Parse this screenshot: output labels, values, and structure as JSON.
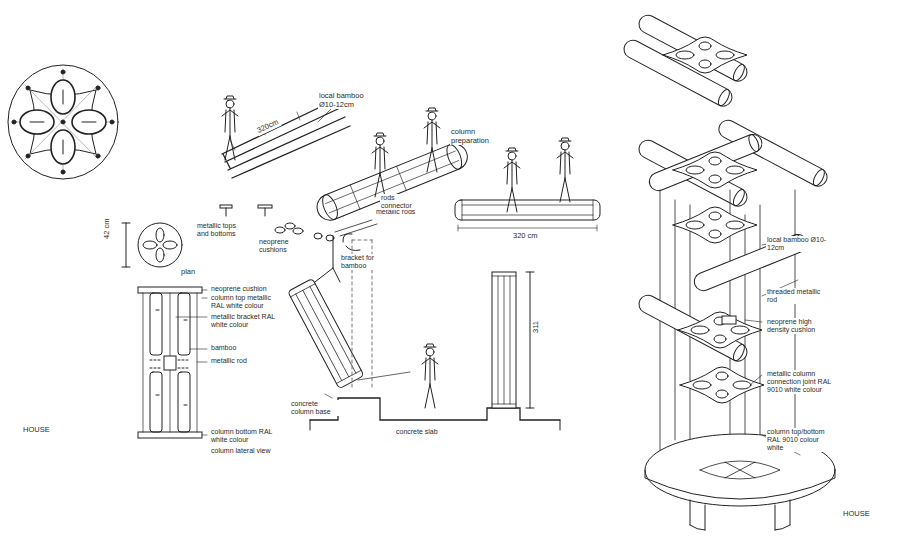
{
  "diagram": {
    "labels": [
      "local bamboo Ø10-12cm",
      "320cm",
      "column preparation",
      "metallic tops and bottoms",
      "neoprene cushions",
      "metallic rods",
      "bracket for bamboo",
      "rods connector",
      "320 cm",
      "42 cm",
      "plan",
      "neoprene cushion",
      "column top metallic RAL white colour",
      "metallic bracket RAL white colour",
      "bamboo",
      "metallic rod",
      "column bottom RAL white colour",
      "column lateral view",
      "HOUSE",
      "concrete column base",
      "concrete slab",
      "311",
      "local bamboo Ø10-12cm",
      "threaded metallic rod",
      "neoprene high density cushion",
      "metallic column connection joint RAL 9010 white colour",
      "column top/bottom RAL 9010 colour white",
      "HOUSE"
    ]
  }
}
